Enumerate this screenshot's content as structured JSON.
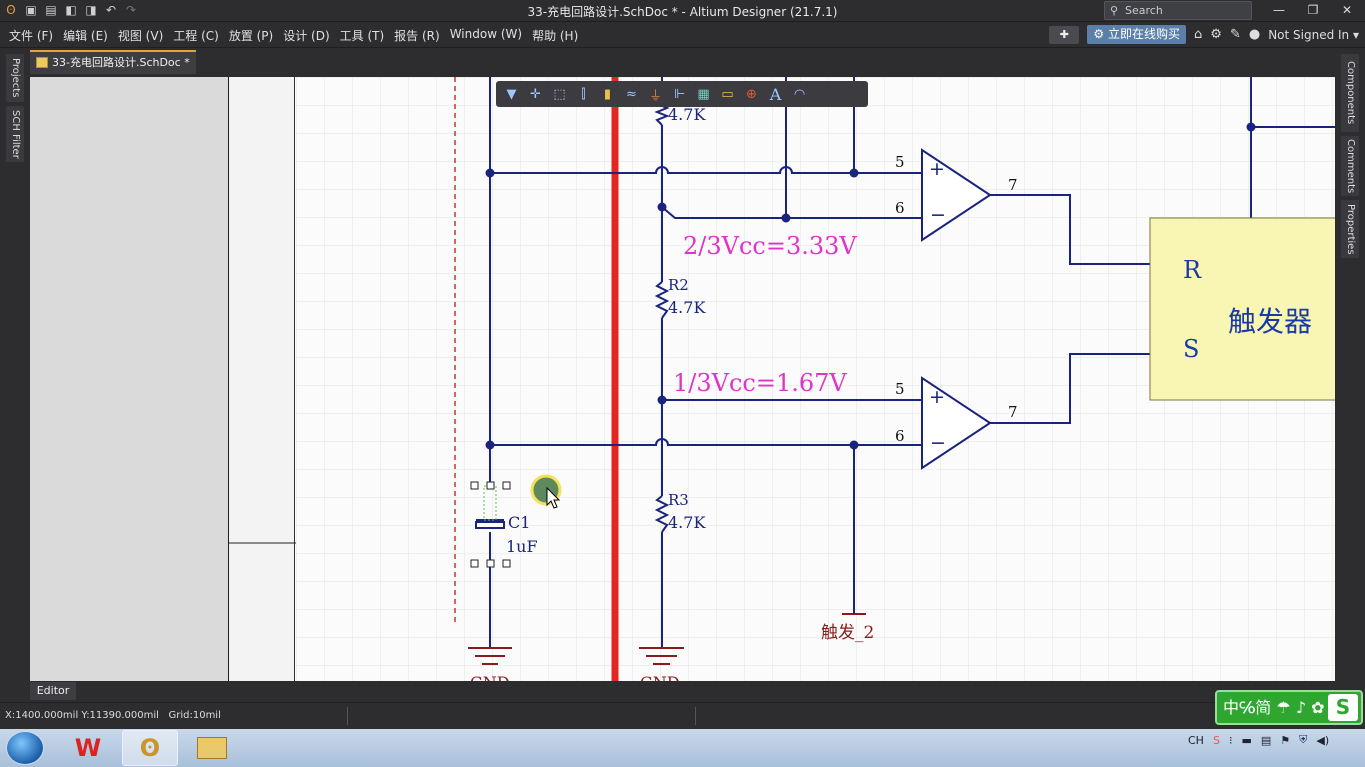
{
  "window": {
    "title": "33-充电回路设计.SchDoc * - Altium Designer (21.7.1)",
    "search_placeholder": "Search",
    "minimize": "—",
    "restore": "❐",
    "close": "✕"
  },
  "menu": {
    "items": [
      "文件 (F)",
      "编辑 (E)",
      "视图 (V)",
      "工程 (C)",
      "放置 (P)",
      "设计 (D)",
      "工具 (T)",
      "报告 (R)",
      "Window (W)",
      "帮助 (H)"
    ],
    "buy_online": "立即在线购买",
    "sign_in": "Not Signed In ▾"
  },
  "left_panels": [
    "Projects",
    "SCH Filter"
  ],
  "right_panels": [
    "Components",
    "Comments",
    "Properties"
  ],
  "document_tab": "33-充电回路设计.SchDoc *",
  "editor_tab": "Editor",
  "schematic": {
    "r1_value": "4.7K",
    "r2_designator": "R2",
    "r2_value": "4.7K",
    "r3_designator": "R3",
    "r3_value": "4.7K",
    "c1_designator": "C1",
    "c1_value": "1uF",
    "threshold_high": "2/3Vcc=3.33V",
    "threshold_low": "1/3Vcc=1.67V",
    "comp1_pin_plus": "5",
    "comp1_pin_minus": "6",
    "comp1_pin_out": "7",
    "comp2_pin_plus": "5",
    "comp2_pin_minus": "6",
    "comp2_pin_out": "7",
    "plus_sign": "+",
    "minus_sign": "−",
    "flipflop_r": "R",
    "flipflop_s": "S",
    "flipflop_label": "触发器",
    "trigger_port": "触发_2",
    "gnd_label": "GND"
  },
  "status": {
    "coords": "X:1400.000mil Y:11390.000mil",
    "grid": "Grid:10mil"
  },
  "ime": {
    "text": "中℅简 ☂ ♪ ✿",
    "logo": "S"
  },
  "tray": {
    "lang": "CH"
  },
  "colors": {
    "wire": "#1a237e",
    "bus": "#e5261f",
    "annotation": "#e033c8",
    "flipflop_fill": "#f9f6b3",
    "trigger_text": "#8b1a1a"
  }
}
